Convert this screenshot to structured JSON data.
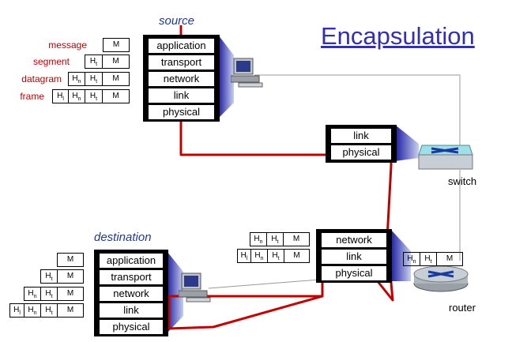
{
  "title": "Encapsulation",
  "source": {
    "label": "source",
    "layers": [
      "application",
      "transport",
      "network",
      "link",
      "physical"
    ],
    "msg_labels": [
      "message",
      "segment",
      "datagram",
      "frame"
    ]
  },
  "destination": {
    "label": "destination",
    "layers": [
      "application",
      "transport",
      "network",
      "link",
      "physical"
    ]
  },
  "switch": {
    "label": "switch",
    "layers": [
      "link",
      "physical"
    ]
  },
  "router": {
    "label": "router",
    "layers": [
      "network",
      "link",
      "physical"
    ]
  },
  "headers": {
    "M": "M",
    "Ht": "H",
    "Hn": "H",
    "Hl": "H",
    "t": "t",
    "n": "n",
    "l": "l"
  },
  "colors": {
    "path": "#c00000",
    "title": "#3030b0",
    "shadow": "#1a1aa0"
  }
}
